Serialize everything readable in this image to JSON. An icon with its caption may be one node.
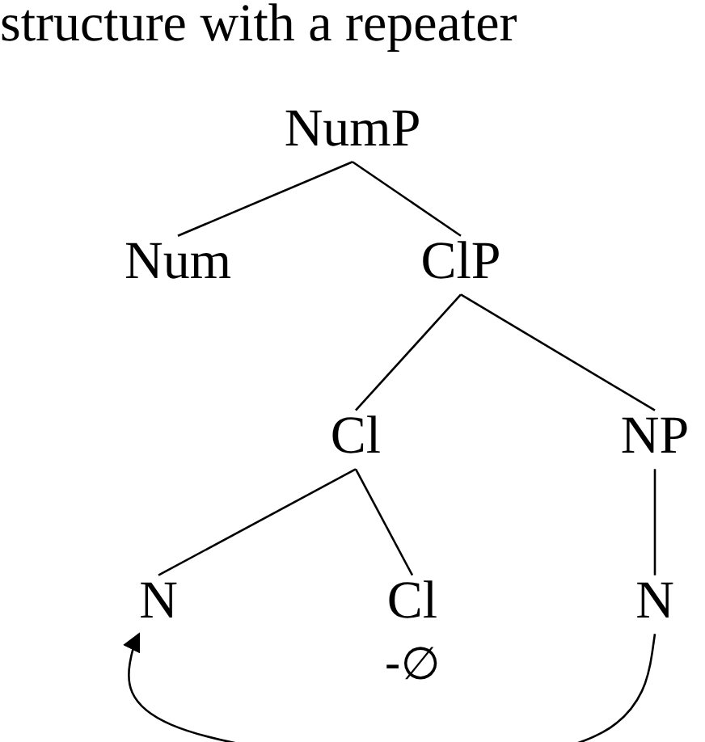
{
  "diagram": {
    "title": "structure with a repeater",
    "nodes": [
      {
        "text": [
          "NumP"
        ]
      },
      {
        "text": [
          "Num"
        ]
      },
      {
        "text": [
          "ClP"
        ]
      },
      {
        "text": [
          "Cl"
        ]
      },
      {
        "text": [
          "NP"
        ]
      },
      {
        "text": [
          "N"
        ]
      },
      {
        "text": [
          "Cl"
        ],
        "beside": [
          "-∅"
        ]
      },
      {
        "text": [
          "N"
        ]
      }
    ],
    "edges": [
      {
        "from": 0,
        "to": 1,
        "arrow": "none"
      },
      {
        "from": 0,
        "to": 2,
        "arrow": "none"
      },
      {
        "from": 2,
        "to": 3,
        "arrow": "none"
      },
      {
        "from": 2,
        "to": 4,
        "arrow": "none"
      },
      {
        "from": 3,
        "to": 5,
        "arrow": "none"
      },
      {
        "from": 3,
        "to": 6,
        "arrow": "none"
      },
      {
        "from": 4,
        "to": 7,
        "arrow": "none"
      },
      {
        "from": 7,
        "to": 5,
        "arrow": "to"
      }
    ]
  }
}
